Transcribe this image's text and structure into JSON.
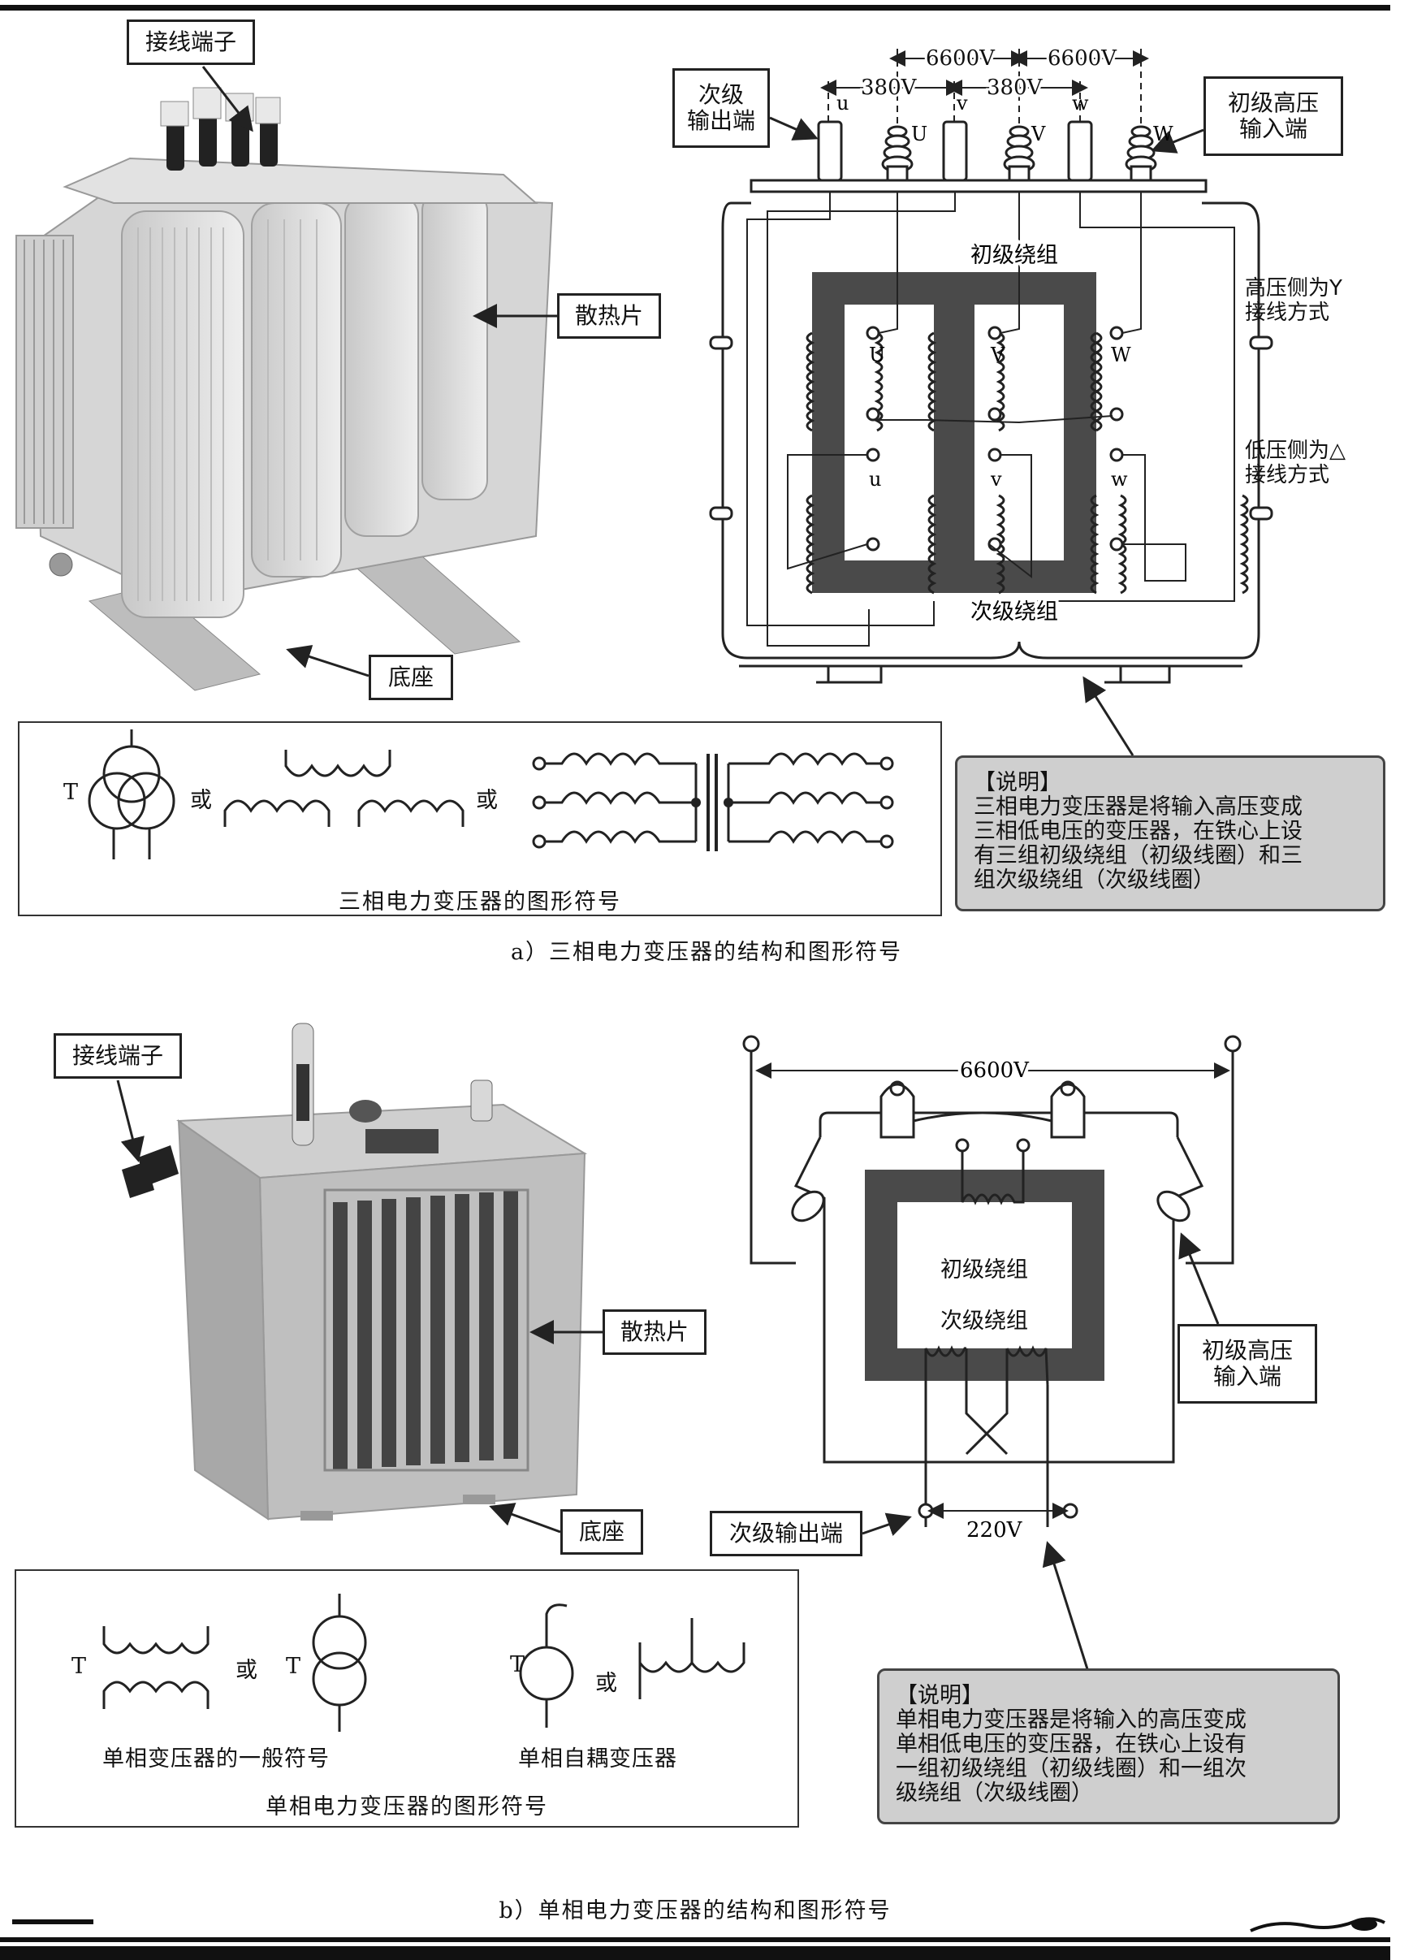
{
  "section_a": {
    "labels": {
      "terminals": "接线端子",
      "radiator": "散热片",
      "base": "底座",
      "secondary_output": "次级\n输出端",
      "primary_input": "初级高压\n输入端",
      "hv_side": "高压侧为Y\n接线方式",
      "lv_side": "低压侧为△\n接线方式",
      "primary_winding": "初级绕组",
      "secondary_winding": "次级绕组"
    },
    "voltages": {
      "hv_1": "6600V",
      "hv_2": "6600V",
      "lv_1": "380V",
      "lv_2": "380V"
    },
    "terminal_letters": [
      "u",
      "U",
      "v",
      "V",
      "w",
      "W"
    ],
    "coil_letters_upper": [
      "U",
      "V",
      "W"
    ],
    "coil_letters_lower": [
      "u",
      "v",
      "w"
    ],
    "symbol_T": "T",
    "or_1": "或",
    "or_2": "或",
    "symbol_caption": "三相电力变压器的图形符号",
    "note_title": "【说明】",
    "note_lines": [
      "三相电力变压器是将输入高压变成",
      "三相低电压的变压器，在铁心上设",
      "有三组初级绕组（初级线圈）和三",
      "组次级绕组（次级线圈）"
    ],
    "caption": "a）三相电力变压器的结构和图形符号"
  },
  "section_b": {
    "labels": {
      "terminals": "接线端子",
      "radiator": "散热片",
      "base": "底座",
      "secondary_output": "次级输出端",
      "primary_input": "初级高压\n输入端",
      "primary_winding": "初级绕组",
      "secondary_winding": "次级绕组"
    },
    "voltages": {
      "hv": "6600V",
      "lv": "220V"
    },
    "symbol_T1": "T",
    "symbol_T2": "T",
    "symbol_T3": "T",
    "or_1": "或",
    "or_2": "或",
    "general_symbol": "单相变压器的一般符号",
    "auto_symbol": "单相自耦变压器",
    "symbol_caption": "单相电力变压器的图形符号",
    "note_title": "【说明】",
    "note_lines": [
      "单相电力变压器是将输入的高压变成",
      "单相低电压的变压器，在铁心上设有",
      "一组初级绕组（初级线圈）和一组次",
      "级绕组（次级线圈）"
    ],
    "caption": "b）单相电力变压器的结构和图形符号"
  }
}
